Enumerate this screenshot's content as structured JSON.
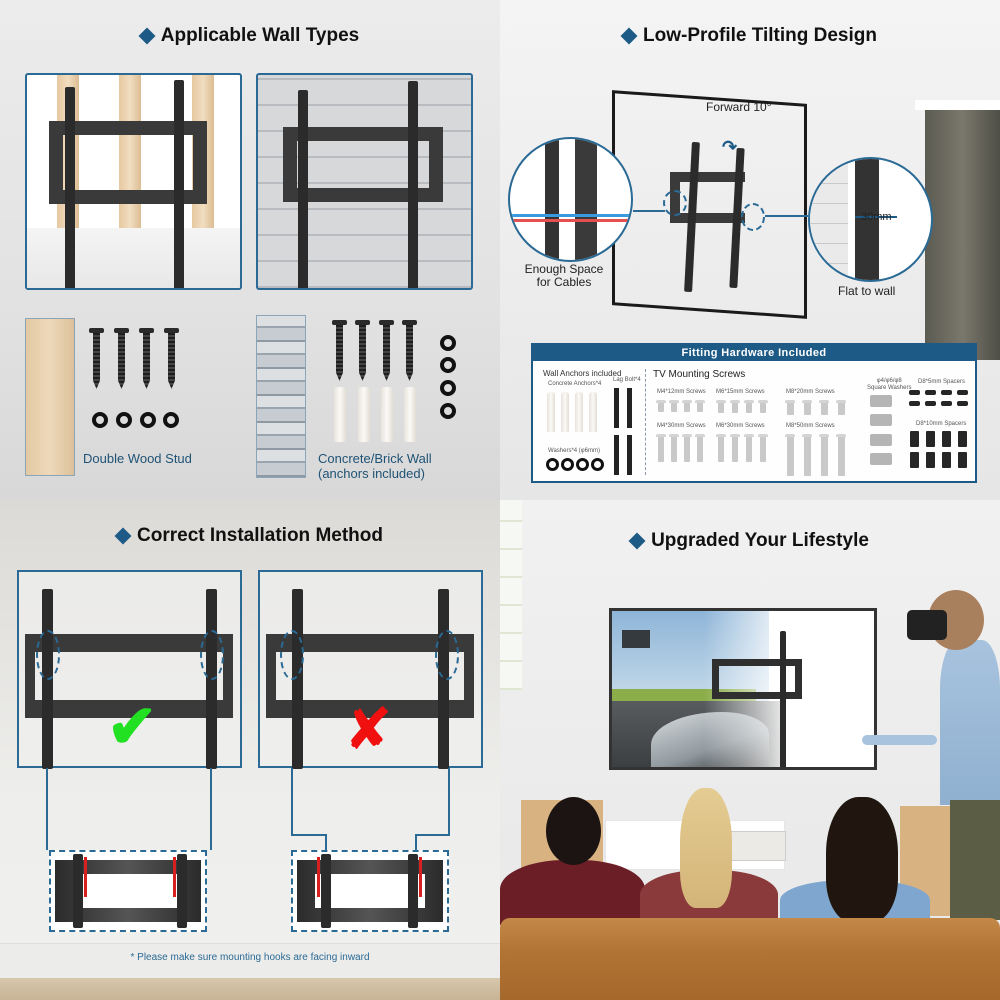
{
  "sections": {
    "wall_types": {
      "title": "Applicable Wall Types",
      "wood": {
        "caption": "Double Wood Stud"
      },
      "concrete": {
        "caption_line1": "Concrete/Brick Wall",
        "caption_line2": "(anchors included)"
      }
    },
    "tilting": {
      "title": "Low-Profile Tilting Design",
      "tilt_label": "Forward 10°",
      "cables_line1": "Enough Space",
      "cables_line2": "for Cables",
      "depth_label": "30mm",
      "flat_label": "Flat to wall",
      "hardware": {
        "header": "Fitting Hardware Included",
        "wall_anchors_title": "Wall Anchors included",
        "concrete_anchors": "Concrete Anchors*4",
        "lag_bolt": "Lag Bolt*4",
        "washers": "Washers*4 (φ6mm)",
        "tv_screws_title": "TV Mounting Screws",
        "screws": [
          "M4*12mm Screws",
          "M6*15mm Screws",
          "M8*20mm Screws",
          "M4*30mm Screws",
          "M6*30mm Screws",
          "M8*50mm Screws"
        ],
        "square_washers_line1": "φ4/φ6/φ8",
        "square_washers_line2": "Square Washers",
        "spacers_5": "D8*5mm Spacers",
        "spacers_10": "D8*10mm Spacers"
      }
    },
    "installation": {
      "title": "Correct Installation Method",
      "correct_icon": "✔",
      "wrong_icon": "✘",
      "note": "* Please make sure mounting hooks are facing inward"
    },
    "lifestyle": {
      "title": "Upgraded Your Lifestyle"
    }
  },
  "colors": {
    "accent": "#1e5a86",
    "border": "#2a6a95",
    "check": "#22e022",
    "cross": "#f01010"
  }
}
